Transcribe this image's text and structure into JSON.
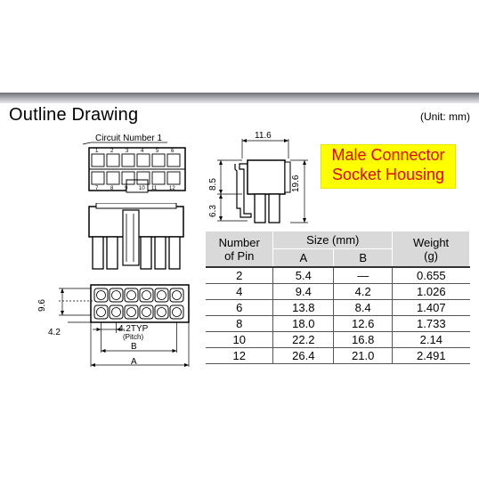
{
  "title": "Outline Drawing",
  "unit": "(Unit: mm)",
  "callout": {
    "line1": "Male Connector",
    "line2": "Socket Housing"
  },
  "front_view": {
    "circuit_label": "Circuit Number 1",
    "top_pins": [
      "1",
      "2",
      "3",
      "4",
      "5",
      "6"
    ],
    "bottom_pins": [
      "7",
      "8",
      "9",
      "10",
      "11",
      "12"
    ],
    "dim_height": "9.6",
    "dim_offset": "4.2",
    "dim_pitch": "4.2TYP",
    "dim_pitch_note": "(Pitch)",
    "dim_b": "B",
    "dim_a": "A"
  },
  "side_view": {
    "dim_width": "11.6",
    "dim_upper": "8.5",
    "dim_lower": "6.3",
    "dim_total": "19.6"
  },
  "table": {
    "col_pins_line1": "Number",
    "col_pins_line2": "of Pin",
    "col_size": "Size (mm)",
    "col_a": "A",
    "col_b": "B",
    "col_weight_line1": "Weight",
    "col_weight_line2": "(g)",
    "rows": [
      {
        "pins": "2",
        "a": "5.4",
        "b": "—",
        "weight": "0.655"
      },
      {
        "pins": "4",
        "a": "9.4",
        "b": "4.2",
        "weight": "1.026"
      },
      {
        "pins": "6",
        "a": "13.8",
        "b": "8.4",
        "weight": "1.407"
      },
      {
        "pins": "8",
        "a": "18.0",
        "b": "12.6",
        "weight": "1.733"
      },
      {
        "pins": "10",
        "a": "22.2",
        "b": "16.8",
        "weight": "2.14"
      },
      {
        "pins": "12",
        "a": "26.4",
        "b": "21.0",
        "weight": "2.491"
      }
    ]
  }
}
